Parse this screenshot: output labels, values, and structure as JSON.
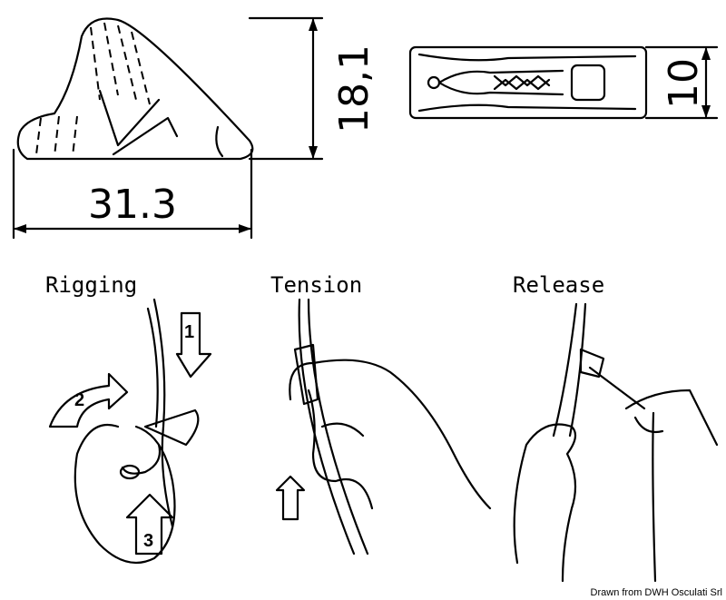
{
  "dimensions": {
    "length": "31.3",
    "height": "18,1",
    "width": "10"
  },
  "steps": {
    "rigging": "Rigging",
    "tension": "Tension",
    "release": "Release"
  },
  "arrows": {
    "one": "1",
    "two": "2",
    "three": "3"
  },
  "credit": "Drawn from DWH Osculati Srl"
}
